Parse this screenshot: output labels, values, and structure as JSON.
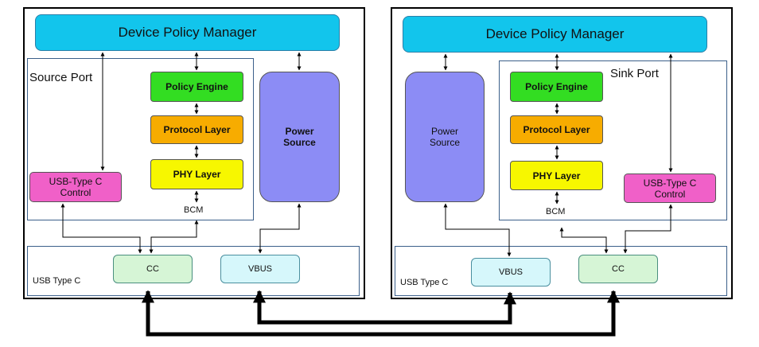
{
  "source": {
    "device_policy_manager": "Device Policy Manager",
    "port_label": "Source Port",
    "policy_engine": "Policy Engine",
    "protocol_layer": "Protocol Layer",
    "phy_layer": "PHY Layer",
    "usb_type_c_control": [
      "USB-Type C",
      "Control"
    ],
    "power_source": [
      "Power",
      "Source"
    ],
    "bcm": "BCM",
    "usb_type_c_label": "USB Type C",
    "cc": "CC",
    "vbus": "VBUS"
  },
  "sink": {
    "device_policy_manager": "Device Policy Manager",
    "port_label": "Sink Port",
    "policy_engine": "Policy Engine",
    "protocol_layer": "Protocol Layer",
    "phy_layer": "PHY Layer",
    "usb_type_c_control": [
      "USB-Type C",
      "Control"
    ],
    "power_source": [
      "Power",
      "Source"
    ],
    "bcm": "BCM",
    "usb_type_c_label": "USB Type C",
    "cc": "CC",
    "vbus": "VBUS"
  }
}
